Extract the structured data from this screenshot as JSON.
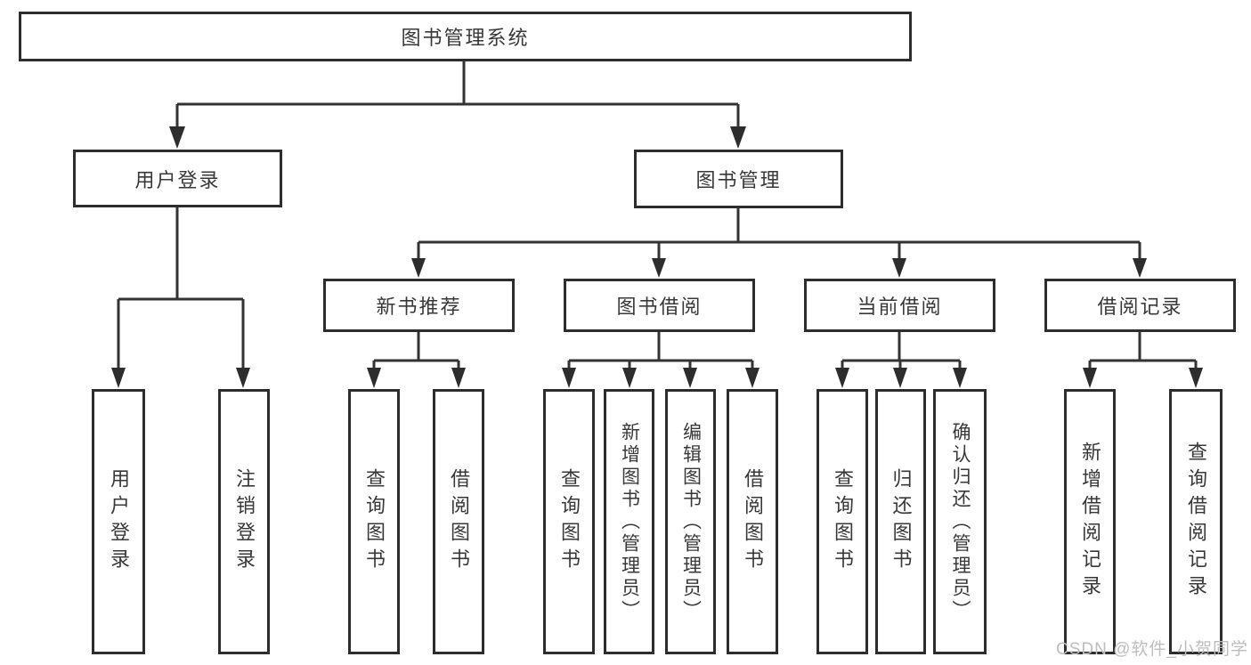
{
  "tree": {
    "label": "图书管理系统",
    "children": [
      {
        "label": "用户登录",
        "children": [
          {
            "label": "用户登录"
          },
          {
            "label": "注销登录"
          }
        ]
      },
      {
        "label": "图书管理",
        "children": [
          {
            "label": "新书推荐",
            "children": [
              {
                "label": "查询图书"
              },
              {
                "label": "借阅图书"
              }
            ]
          },
          {
            "label": "图书借阅",
            "children": [
              {
                "label": "查询图书"
              },
              {
                "label": "新增图书（管理员）"
              },
              {
                "label": "编辑图书（管理员）"
              },
              {
                "label": "借阅图书"
              }
            ]
          },
          {
            "label": "当前借阅",
            "children": [
              {
                "label": "查询图书"
              },
              {
                "label": "归还图书"
              },
              {
                "label": "确认归还（管理员）"
              }
            ]
          },
          {
            "label": "借阅记录",
            "children": [
              {
                "label": "新增借阅记录"
              },
              {
                "label": "查询借阅记录"
              }
            ]
          }
        ]
      }
    ]
  },
  "watermark": "CSDN @软件_小贺同学",
  "colors": {
    "line": "#333333",
    "box_border": "#2d2d2d",
    "box_fill": "#ffffff",
    "text": "#383838",
    "watermark": "#bdbdbd",
    "background": "#ffffff"
  }
}
